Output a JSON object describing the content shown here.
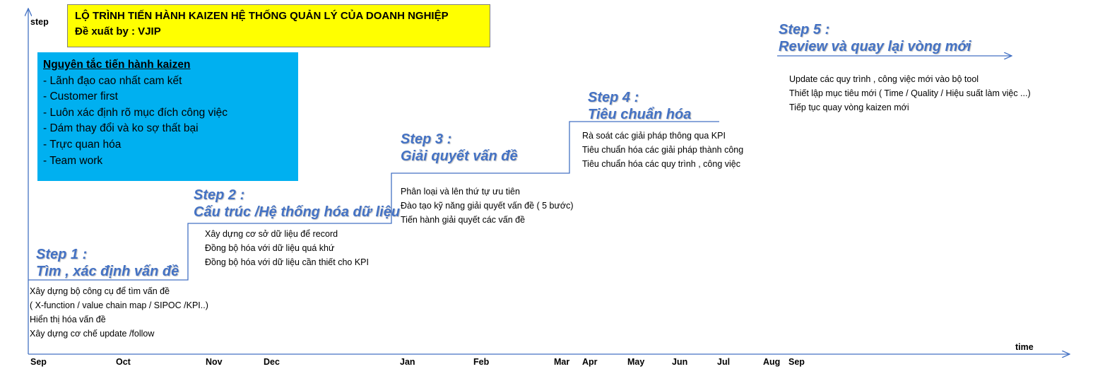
{
  "header": {
    "title": "LỘ TRÌNH TIẾN HÀNH KAIZEN HỆ THỐNG QUẢN LÝ CỦA DOANH NGHIỆP",
    "subtitle": "Đề xuất by : VJIP"
  },
  "principles": {
    "heading": "Nguyên tắc tiến hành kaizen",
    "items": [
      "- Lãnh đạo cao nhất cam kết",
      "- Customer first",
      "- Luôn xác định rõ mục đích công việc",
      "- Dám thay đổi và ko sợ thất bại",
      "- Trực quan hóa",
      "- Team work"
    ]
  },
  "axes": {
    "y_label": "step",
    "x_label": "time"
  },
  "months": [
    "Sep",
    "Oct",
    "Nov",
    "Dec",
    "Jan",
    "Feb",
    "Mar",
    "Apr",
    "May",
    "Jun",
    "Jul",
    "Aug",
    "Sep"
  ],
  "steps": [
    {
      "number": "Step 1 :",
      "name": "Tìm , xác định vấn đề",
      "activities": [
        "Xây dựng bộ công cụ để tìm vấn đề",
        "( X-function / value chain map / SIPOC /KPI..)",
        "Hiển thị hóa vấn đề",
        "Xây dựng cơ chế update /follow"
      ]
    },
    {
      "number": "Step 2 :",
      "name": "Cấu trúc /Hệ thống hóa dữ liệu",
      "activities": [
        "Xây dựng cơ sở dữ liệu để record",
        "Đồng bộ hóa với dữ liệu quá khứ",
        "Đồng bộ hóa với dữ liệu cần thiết cho KPI"
      ]
    },
    {
      "number": "Step 3 :",
      "name": "Giải quyết vấn đề",
      "activities": [
        "Phân loại và lên thứ tự ưu tiên",
        "Đào tạo kỹ năng giải quyết vấn đề ( 5 bước)",
        "Tiến hành giải quyết các vấn đề"
      ]
    },
    {
      "number": "Step 4 :",
      "name": "Tiêu chuẩn hóa",
      "activities": [
        "Rà soát các giải pháp thông qua KPI",
        "Tiêu chuẩn hóa các giải pháp thành công",
        "Tiêu chuẩn hóa các quy trình , công việc"
      ]
    },
    {
      "number": "Step 5 :",
      "name": "Review và quay lại vòng mới",
      "activities": [
        "Update các quy trình , công việc mới vào bộ tool",
        "Thiết lập mục tiêu mới ( Time / Quality / Hiệu suất làm việc ...)",
        "Tiếp tục quay vòng kaizen mới"
      ]
    }
  ],
  "colors": {
    "title_box": "#ffff00",
    "principles_box": "#00b0f0",
    "step_text": "#4472c4",
    "lines": "#4472c4"
  }
}
